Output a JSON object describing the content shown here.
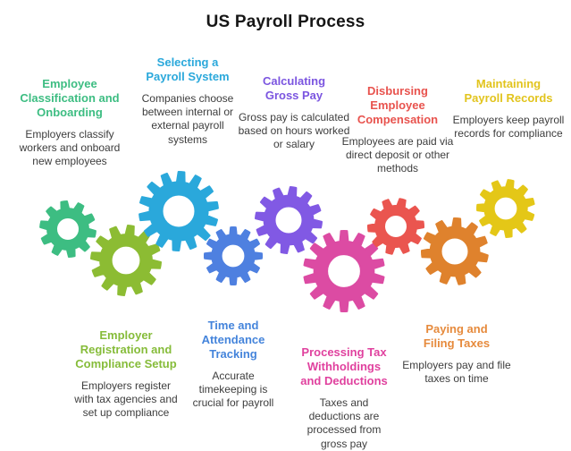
{
  "title": "US Payroll Process",
  "steps": [
    {
      "heading": "Employee Classification and Onboarding",
      "body": "Employers classify workers and onboard new employees",
      "color": "#3DBD82",
      "row": "top"
    },
    {
      "heading": "Selecting a Payroll System",
      "body": "Companies choose between internal or external payroll systems",
      "color": "#2AA8DB",
      "row": "top"
    },
    {
      "heading": "Calculating Gross Pay",
      "body": "Gross pay is calculated based on hours worked or salary",
      "color": "#7B55E0",
      "row": "top"
    },
    {
      "heading": "Disbursing Employee Compensation",
      "body": "Employees are paid via direct deposit or other methods",
      "color": "#E8534E",
      "row": "top"
    },
    {
      "heading": "Maintaining Payroll Records",
      "body": "Employers keep payroll records for compliance",
      "color": "#E2C41D",
      "row": "top"
    },
    {
      "heading": "Employer Registration and Compliance Setup",
      "body": "Employers register with tax agencies and set up compliance",
      "color": "#86BC3A",
      "row": "bottom"
    },
    {
      "heading": "Time and Attendance Tracking",
      "body": "Accurate timekeeping is crucial for payroll",
      "color": "#4484DB",
      "row": "bottom"
    },
    {
      "heading": "Processing Tax Withholdings and Deductions",
      "body": "Taxes and deductions are processed from gross pay",
      "color": "#E0419E",
      "row": "bottom"
    },
    {
      "heading": "Paying and Filing Taxes",
      "body": "Employers pay and file taxes on time",
      "color": "#E68A3C",
      "row": "bottom"
    }
  ],
  "gears": [
    {
      "name": "gear-employee-classification",
      "color": "#3DBD82"
    },
    {
      "name": "gear-employer-registration",
      "color": "#8CBC33"
    },
    {
      "name": "gear-selecting-payroll-system",
      "color": "#2AA8DB"
    },
    {
      "name": "gear-time-attendance",
      "color": "#4E80E0"
    },
    {
      "name": "gear-calculating-gross-pay",
      "color": "#8159E4"
    },
    {
      "name": "gear-processing-tax",
      "color": "#DC4BA3"
    },
    {
      "name": "gear-disbursing-compensation",
      "color": "#EA554F"
    },
    {
      "name": "gear-paying-filing-taxes",
      "color": "#DF822D"
    },
    {
      "name": "gear-maintaining-records",
      "color": "#E4C717"
    }
  ]
}
